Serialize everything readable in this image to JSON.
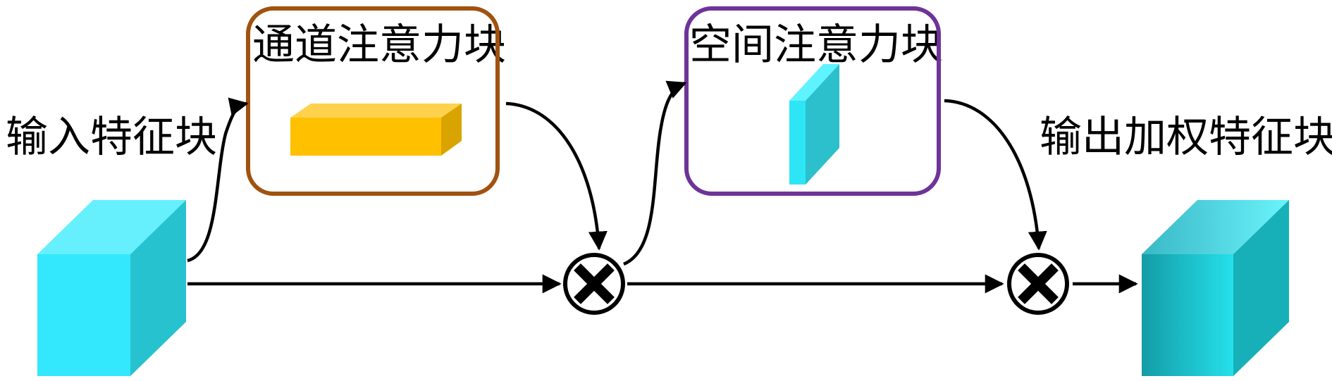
{
  "labels": {
    "input_block": "输入特征块",
    "channel_attention": "通道注意力块",
    "spatial_attention": "空间注意力块",
    "output_block": "输出加权特征块"
  },
  "colors": {
    "channel_box_border": "#A0520F",
    "spatial_box_border": "#6E3399",
    "input_cube_front": "#33E8FC",
    "input_cube_top": "#66F0FD",
    "input_cube_side": "#27C2D0",
    "channel_bar_front": "#FFC000",
    "channel_bar_top": "#FFD24D",
    "channel_bar_side": "#D9A400",
    "spatial_slab_front": "#2CBFCC",
    "spatial_slab_top": "#5FF3FF",
    "spatial_slab_side": "#2EE5F5",
    "output_cube_front": "#1FD6E0",
    "output_cube_top": "#5EEDF5",
    "output_cube_side": "#17B0B8",
    "arrow": "#000000",
    "multiply_symbol": "#000000"
  },
  "icons": {
    "multiply_1": "multiply-icon",
    "multiply_2": "multiply-icon"
  }
}
